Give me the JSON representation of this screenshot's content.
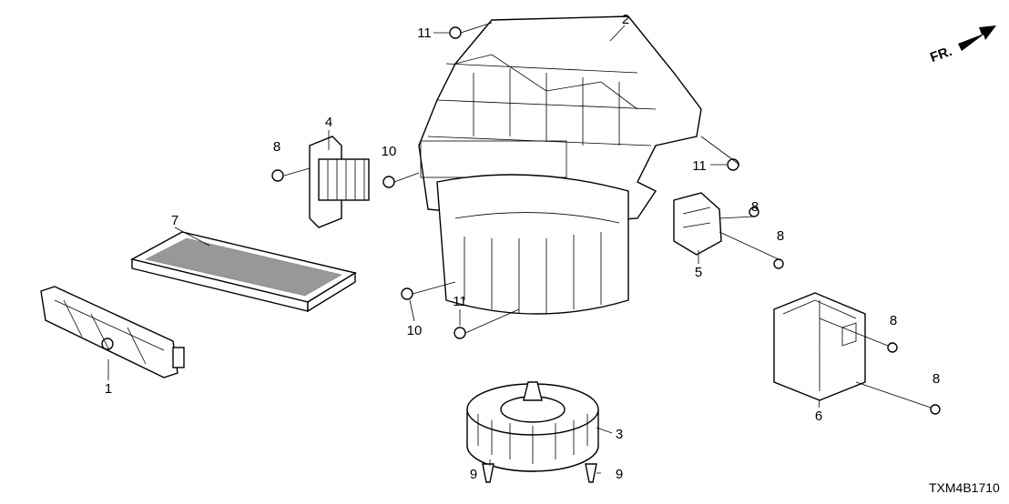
{
  "diagram": {
    "code": "TXM4B1710",
    "direction_label": "FR.",
    "callouts": [
      "11",
      "2",
      "4",
      "8",
      "10",
      "11",
      "8",
      "8",
      "5",
      "7",
      "11",
      "10",
      "1",
      "8",
      "8",
      "6",
      "3",
      "9",
      "9"
    ]
  }
}
